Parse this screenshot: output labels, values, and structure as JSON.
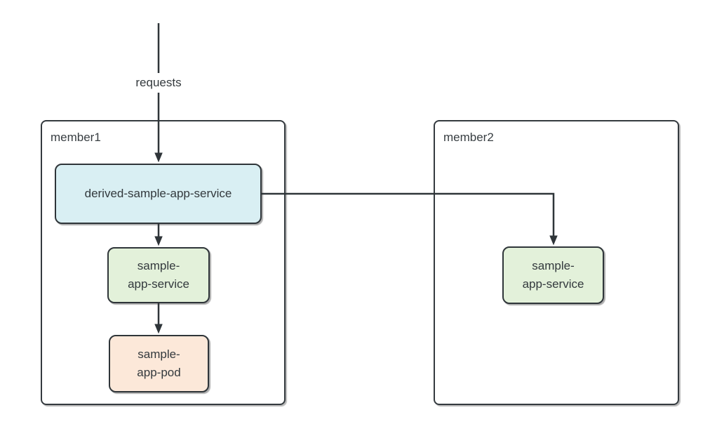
{
  "diagram": {
    "type": "flow-diagram",
    "edge_label": "requests",
    "containers": [
      {
        "id": "member1",
        "label": "member1"
      },
      {
        "id": "member2",
        "label": "member2"
      }
    ],
    "nodes": [
      {
        "id": "derived-sample-app-service",
        "label": "derived-sample-app-service",
        "fill": "#d9eff3",
        "container": "member1"
      },
      {
        "id": "sample-app-service-member1",
        "label": "sample-\napp-service",
        "fill": "#e3f1da",
        "container": "member1"
      },
      {
        "id": "sample-app-pod",
        "label": "sample-\napp-pod",
        "fill": "#fce8d9",
        "container": "member1"
      },
      {
        "id": "sample-app-service-member2",
        "label": "sample-\napp-service",
        "fill": "#e3f1da",
        "container": "member2"
      }
    ],
    "edges": [
      {
        "from": "external",
        "to": "derived-sample-app-service",
        "label": "requests"
      },
      {
        "from": "derived-sample-app-service",
        "to": "sample-app-service-member1",
        "label": ""
      },
      {
        "from": "sample-app-service-member1",
        "to": "sample-app-pod",
        "label": ""
      },
      {
        "from": "derived-sample-app-service",
        "to": "sample-app-service-member2",
        "label": ""
      }
    ],
    "colors": {
      "stroke": "#343a3f",
      "text": "#33393d",
      "node_blue_fill": "#d9eff3",
      "node_green_fill": "#e3f1da",
      "node_orange_fill": "#fce8d9",
      "background": "#ffffff"
    }
  }
}
